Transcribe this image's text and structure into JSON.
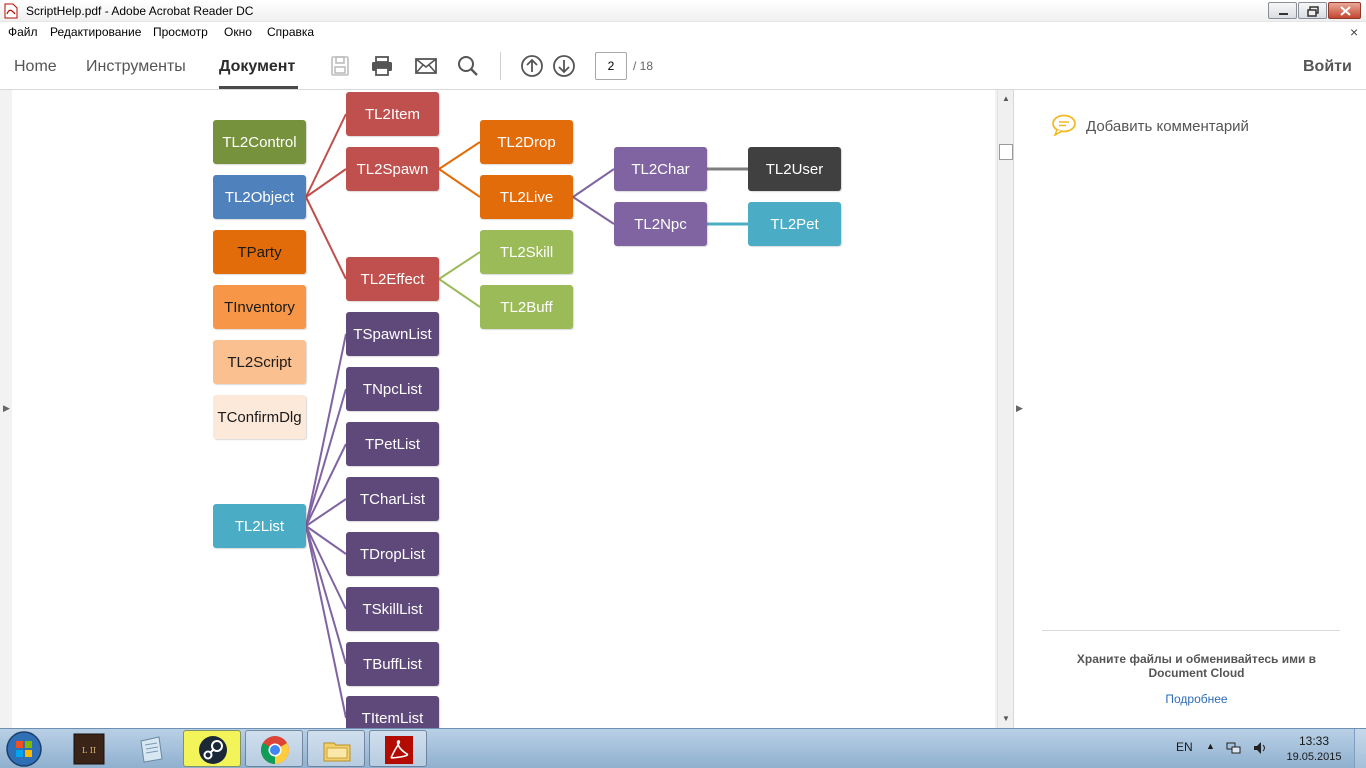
{
  "window": {
    "title": "ScriptHelp.pdf - Adobe Acrobat Reader DC"
  },
  "menu": {
    "items": [
      "Файл",
      "Редактирование",
      "Просмотр",
      "Окно",
      "Справка"
    ],
    "close_glyph": "×"
  },
  "toolbar": {
    "tabs": {
      "home": "Home",
      "tools": "Инструменты",
      "document": "Документ"
    },
    "icons": [
      "save-icon",
      "print-icon",
      "email-icon",
      "search-icon",
      "page-up-icon",
      "page-down-icon"
    ],
    "page_current": "2",
    "page_total": "/ 18",
    "signin": "Войти"
  },
  "diagram": {
    "colors": {
      "green": "#76923c",
      "blue": "#4f81bd",
      "orange": "#e36c0a",
      "lightorange": "#f79646",
      "peach": "#fac090",
      "palepeach": "#fde9d9",
      "red": "#c0504d",
      "lightgreen": "#9bbb59",
      "purple": "#8064a2",
      "darkpurple": "#5f497a",
      "dark": "#404040",
      "teal": "#4bacc6"
    },
    "nodes": {
      "tl2control": "TL2Control",
      "tl2object": "TL2Object",
      "tparty": "TParty",
      "tinventory": "TInventory",
      "tl2script": "TL2Script",
      "tconfirmdlg": "TConfirmDlg",
      "tl2list": "TL2List",
      "tl2item": "TL2Item",
      "tl2spawn": "TL2Spawn",
      "tl2effect": "TL2Effect",
      "tl2drop": "TL2Drop",
      "tl2live": "TL2Live",
      "tl2skill": "TL2Skill",
      "tl2buff": "TL2Buff",
      "tl2char": "TL2Char",
      "tl2npc": "TL2Npc",
      "tl2user": "TL2User",
      "tl2pet": "TL2Pet",
      "tspawnlist": "TSpawnList",
      "tnpclist": "TNpcList",
      "tpetlist": "TPetList",
      "tcharlist": "TCharList",
      "tdroplist": "TDropList",
      "tskilllist": "TSkillList",
      "tbufflist": "TBuffList",
      "titemlist": "TItemList"
    }
  },
  "right_pane": {
    "add_comment": "Добавить комментарий",
    "cloud_text": "Храните файлы и обменивайтесь ими в Document Cloud",
    "learn_more": "Подробнее"
  },
  "taskbar": {
    "lang": "EN",
    "time": "13:33",
    "date": "19.05.2015"
  }
}
